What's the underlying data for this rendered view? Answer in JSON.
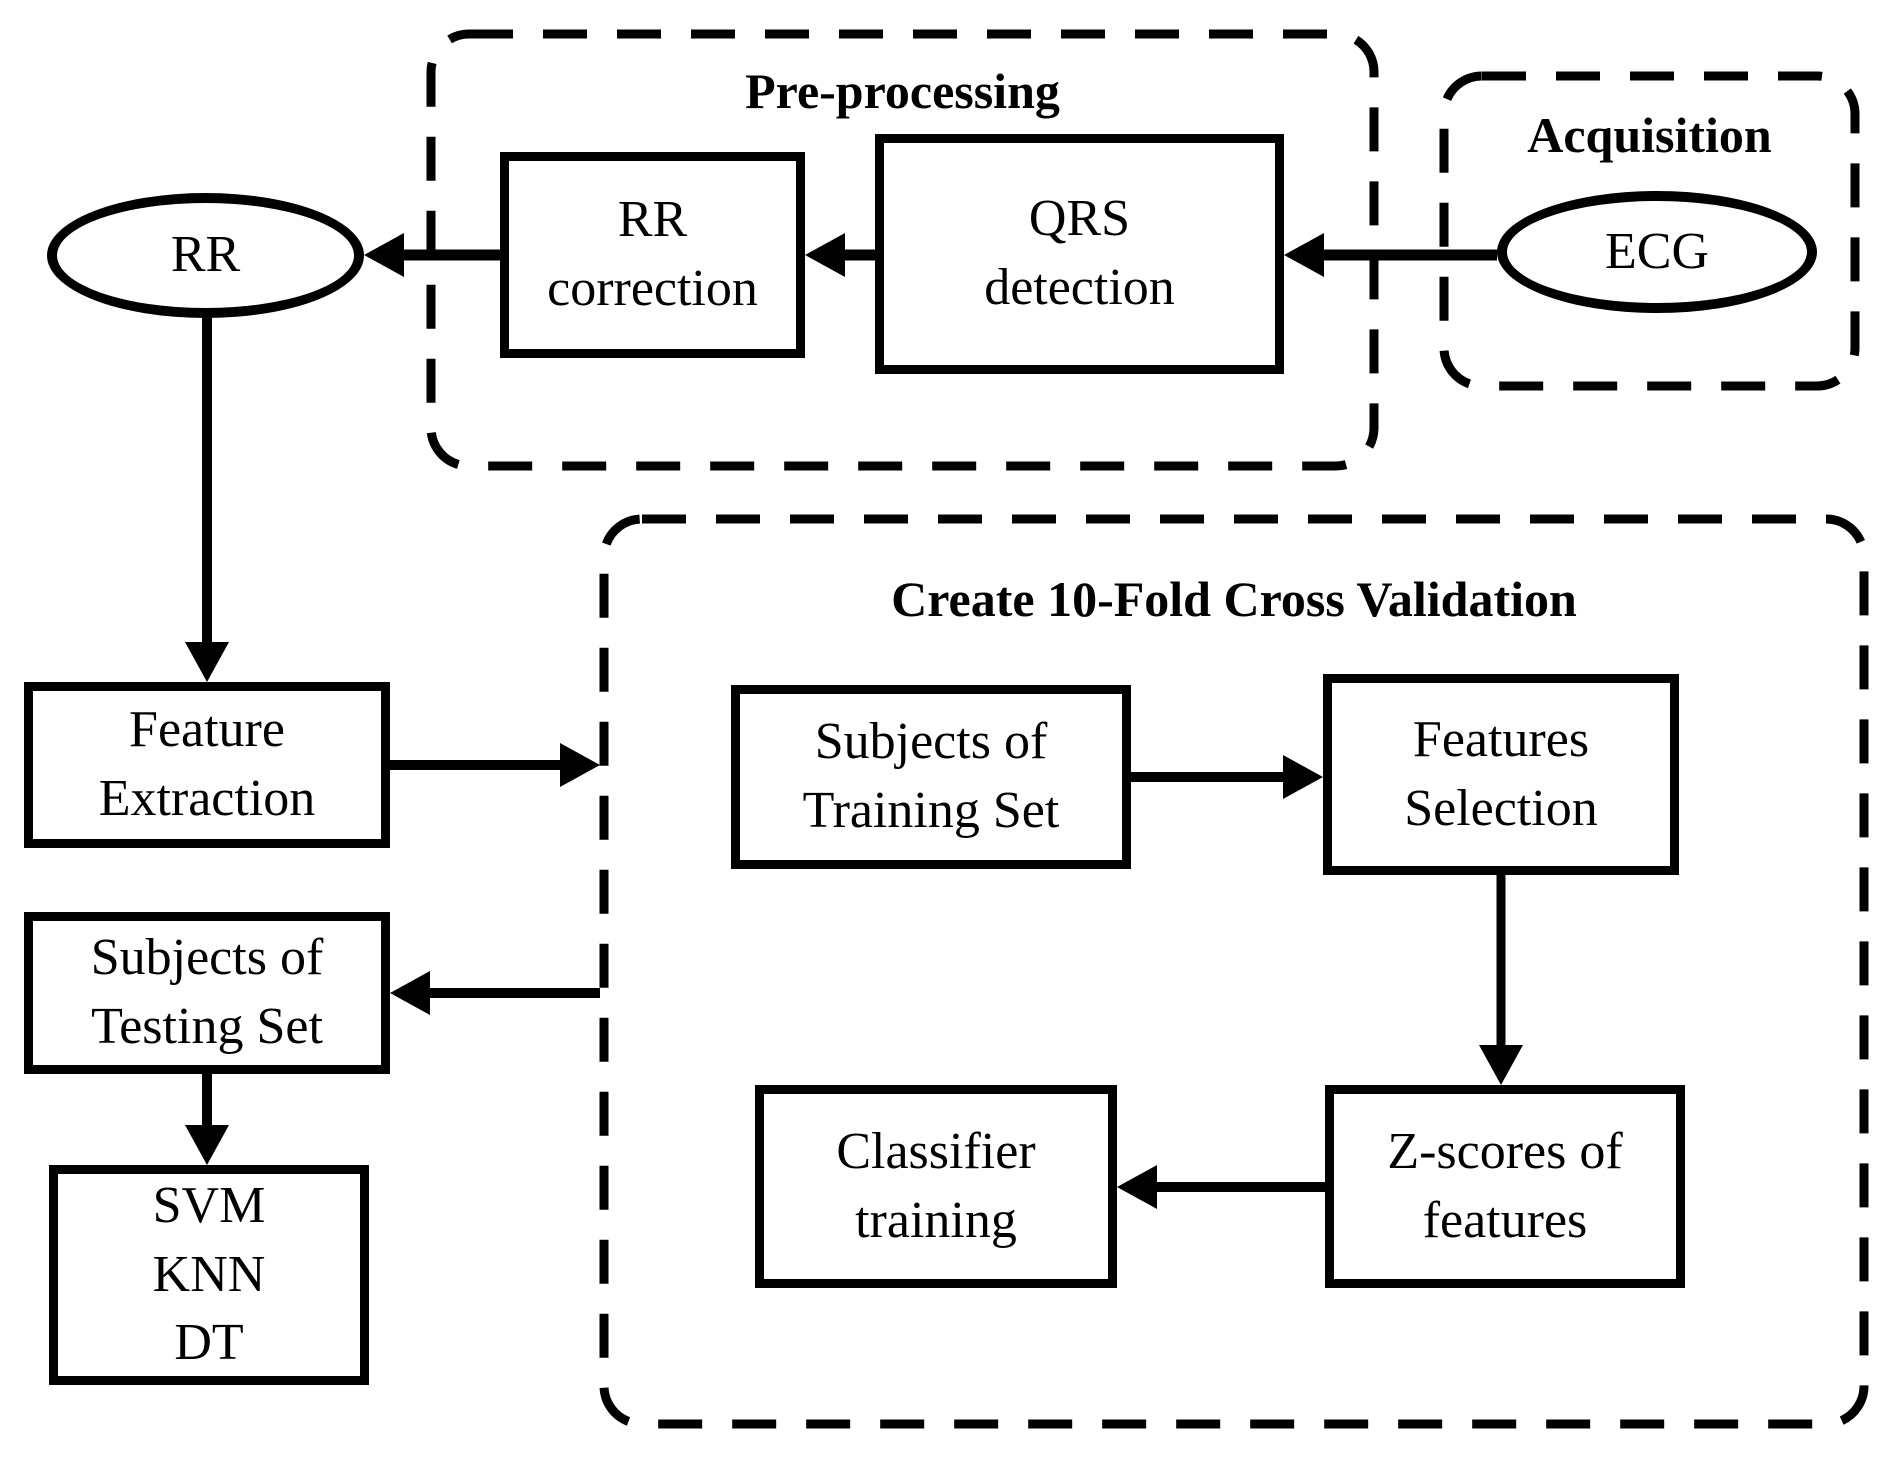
{
  "diagram": {
    "colors": {
      "stroke": "#000000",
      "background": "#ffffff",
      "text": "#000000"
    },
    "groups": {
      "preprocessing": {
        "title": "Pre-processing"
      },
      "acquisition": {
        "title": "Acquisition"
      },
      "cross_validation": {
        "title": "Create 10-Fold Cross Validation"
      }
    },
    "nodes": {
      "ecg": {
        "shape": "ellipse",
        "label": "ECG"
      },
      "rr": {
        "shape": "ellipse",
        "label": "RR"
      },
      "qrs_detection": {
        "shape": "rect",
        "label": "QRS\ndetection"
      },
      "rr_correction": {
        "shape": "rect",
        "label": "RR\ncorrection"
      },
      "feature_extraction": {
        "shape": "rect",
        "label": "Feature\nExtraction"
      },
      "subjects_training": {
        "shape": "rect",
        "label": "Subjects of\nTraining Set"
      },
      "features_selection": {
        "shape": "rect",
        "label": "Features\nSelection"
      },
      "z_scores": {
        "shape": "rect",
        "label": "Z-scores of\nfeatures"
      },
      "classifier_training": {
        "shape": "rect",
        "label": "Classifier\ntraining"
      },
      "subjects_testing": {
        "shape": "rect",
        "label": "Subjects of\nTesting Set"
      },
      "classifiers": {
        "shape": "rect",
        "label": "SVM\nKNN\nDT"
      }
    },
    "edges": [
      {
        "from": "ecg",
        "to": "qrs_detection"
      },
      {
        "from": "qrs_detection",
        "to": "rr_correction"
      },
      {
        "from": "rr_correction",
        "to": "rr"
      },
      {
        "from": "rr",
        "to": "feature_extraction"
      },
      {
        "from": "feature_extraction",
        "to": "cross_validation"
      },
      {
        "from": "subjects_training",
        "to": "features_selection"
      },
      {
        "from": "features_selection",
        "to": "z_scores"
      },
      {
        "from": "z_scores",
        "to": "classifier_training"
      },
      {
        "from": "cross_validation",
        "to": "subjects_testing"
      },
      {
        "from": "subjects_testing",
        "to": "classifiers"
      }
    ]
  }
}
